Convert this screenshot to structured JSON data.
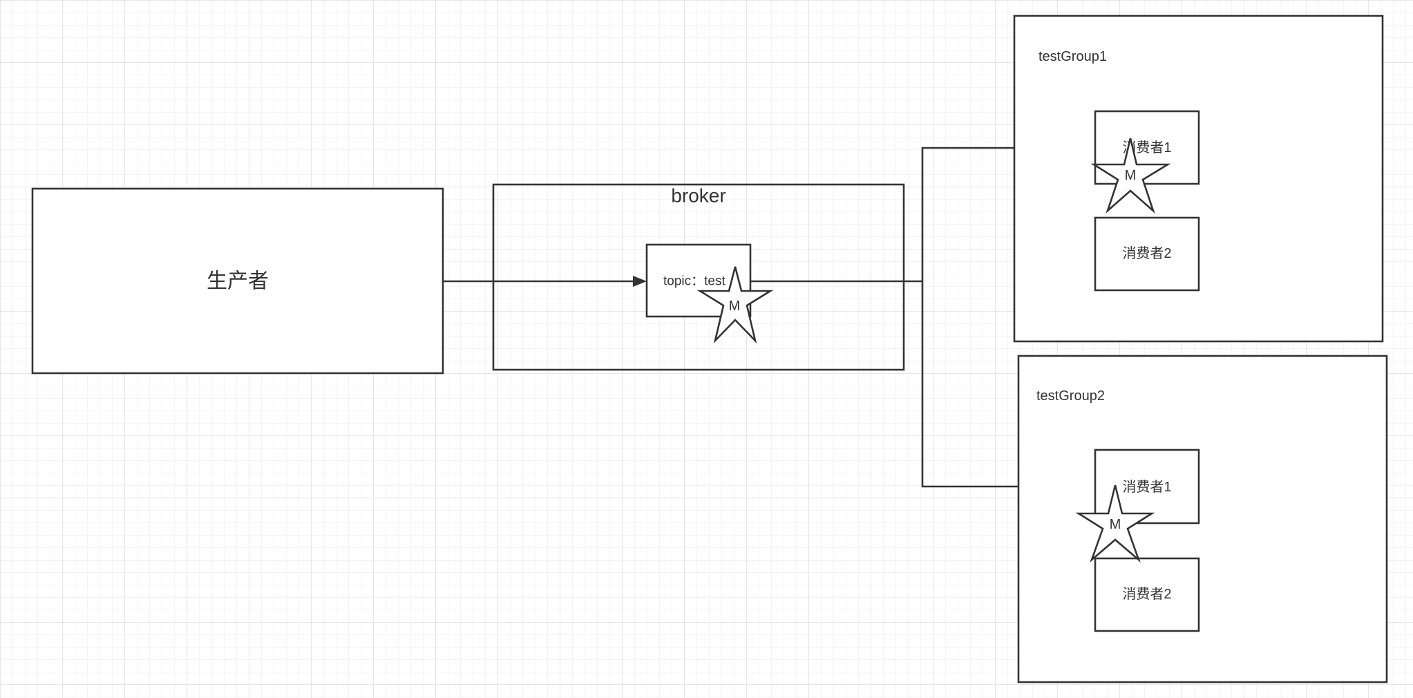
{
  "producer": {
    "label": "生产者"
  },
  "broker": {
    "label": "broker",
    "topic_label": "topic：test"
  },
  "message_label": "M",
  "groups": [
    {
      "label": "testGroup1",
      "consumers": [
        "消费者1",
        "消费者2"
      ]
    },
    {
      "label": "testGroup2",
      "consumers": [
        "消费者1",
        "消费者2"
      ]
    }
  ],
  "colors": {
    "stroke": "#333333",
    "fill": "#ffffff",
    "grid": "#e6e6e6"
  }
}
